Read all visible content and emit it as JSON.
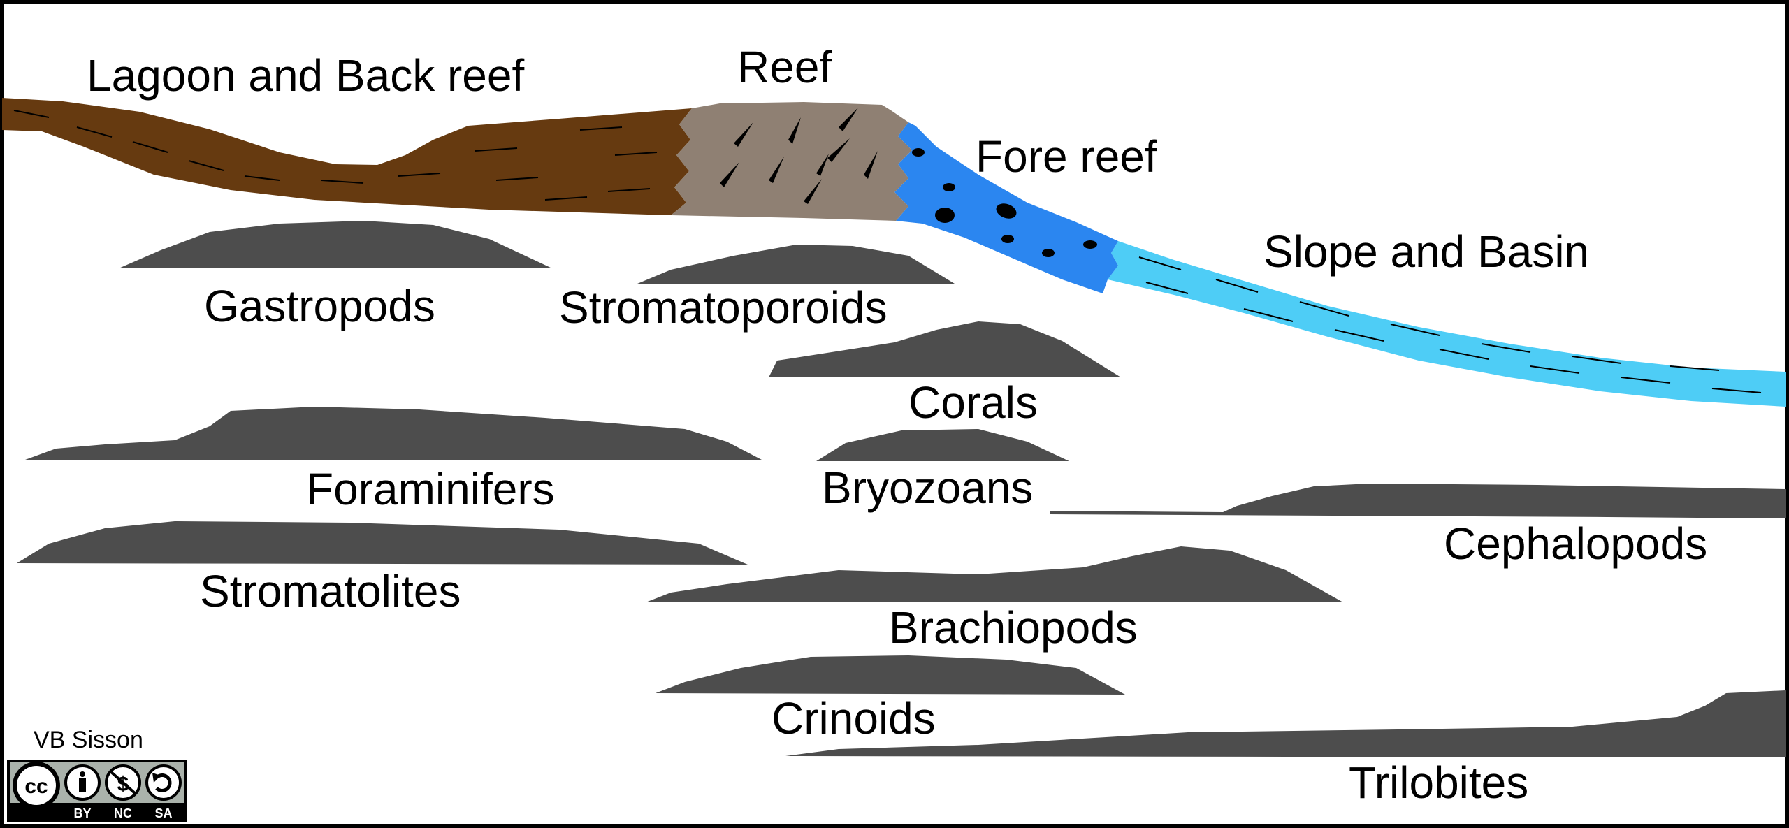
{
  "zones": {
    "lagoon": "Lagoon and Back reef",
    "reef": "Reef",
    "fore_reef": "Fore reef",
    "slope_basin": "Slope and Basin"
  },
  "taxa": {
    "gastropods": "Gastropods",
    "stromatoporoids": "Stromatoporoids",
    "corals": "Corals",
    "foraminifers": "Foraminifers",
    "bryozoans": "Bryozoans",
    "cephalopods": "Cephalopods",
    "stromatolites": "Stromatolites",
    "brachiopods": "Brachiopods",
    "crinoids": "Crinoids",
    "trilobites": "Trilobites"
  },
  "credit": {
    "author": "VB Sisson",
    "license_terms": [
      "BY",
      "NC",
      "SA"
    ]
  },
  "colors": {
    "lagoon": "#663a10",
    "reef": "#8f8073",
    "fore_reef": "#2b86f0",
    "slope_basin": "#4ecdf6",
    "distribution": "#4d4d4d",
    "frame": "#000000"
  },
  "icons": [
    "cc-icon",
    "by-person-icon",
    "nc-dollar-icon",
    "sa-share-icon"
  ]
}
